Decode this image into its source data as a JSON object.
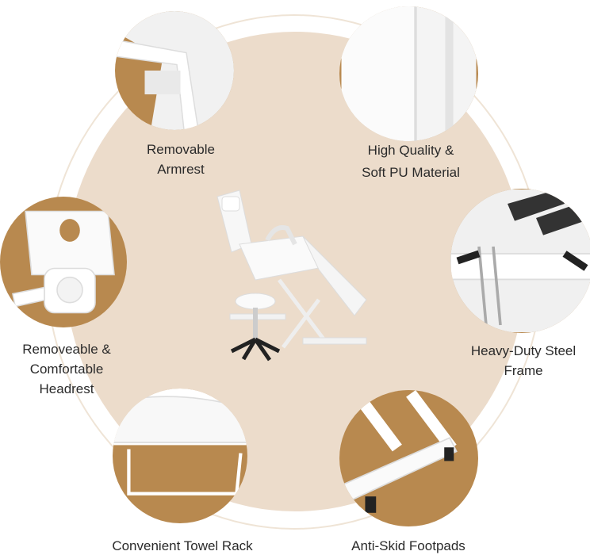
{
  "colors": {
    "accent": "#b8894f",
    "background_circle": "#ecdccb"
  },
  "features": [
    {
      "id": "armrest",
      "lines": [
        "Removable",
        "Armrest"
      ]
    },
    {
      "id": "pu",
      "lines": [
        "High Quality &",
        "Soft PU Material"
      ]
    },
    {
      "id": "headrest",
      "lines": [
        "Removeable &",
        "Comfortable",
        "Headrest"
      ]
    },
    {
      "id": "frame",
      "lines": [
        "Heavy-Duty Steel",
        "Frame"
      ]
    },
    {
      "id": "towel",
      "lines": [
        "Convenient Towel Rack"
      ]
    },
    {
      "id": "footpads",
      "lines": [
        "Anti-Skid Footpads"
      ]
    }
  ]
}
